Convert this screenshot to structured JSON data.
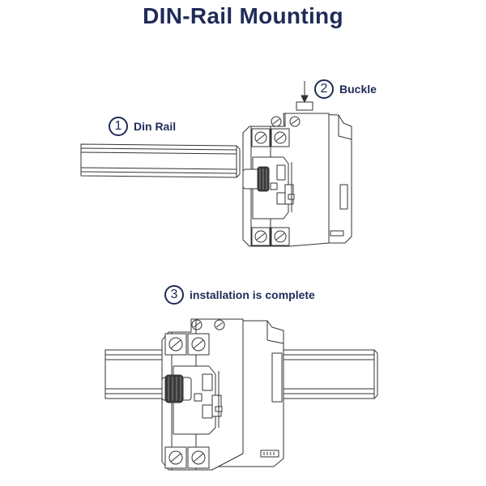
{
  "title": "DIN-Rail  Mounting",
  "steps": [
    {
      "number": "1",
      "label": "Din Rail"
    },
    {
      "number": "2",
      "label": "Buckle"
    },
    {
      "number": "3",
      "label": "installation is complete"
    }
  ],
  "colors": {
    "heading": "#1f2b57",
    "line": "#333333",
    "fill": "#ffffff",
    "knob": "#3a3a3a"
  }
}
